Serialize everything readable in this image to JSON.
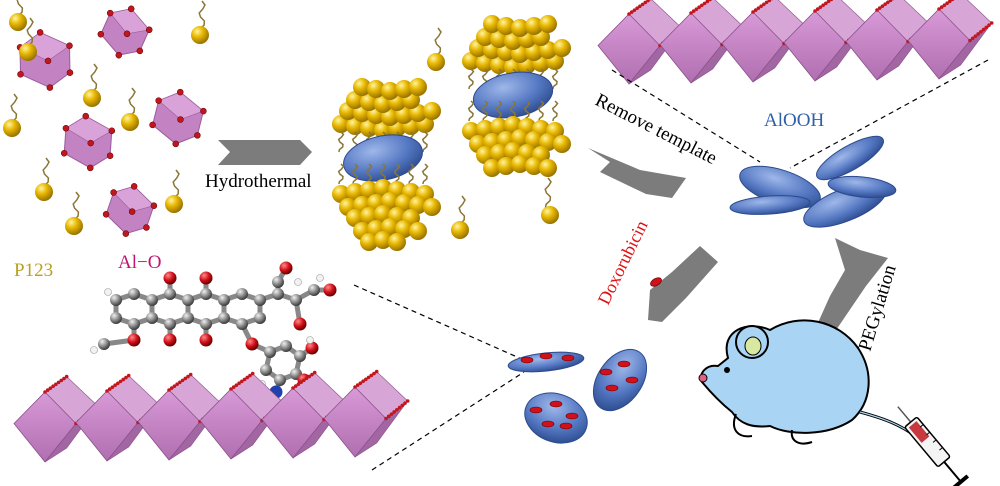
{
  "labels": {
    "hydrothermal": "Hydrothermal",
    "remove_template": "Remove template",
    "alooh": "AlOOH",
    "p123": "P123",
    "al_o": "Al−O",
    "doxorubicin": "Doxorubicin",
    "pegylation": "PEGylation"
  },
  "colors": {
    "octahedron": "#c383c2",
    "octahedron_dark": "#9c5c9c",
    "oxygen_atom": "#c0161e",
    "sphere": "#e8b800",
    "sphere_dark": "#a77f00",
    "wavy_chain": "#8a7636",
    "disc": "#5477c2",
    "disc_dark": "#2c4a8c",
    "arrow": "#7c7c7c",
    "drug": "#d0101a",
    "mouse": "#aad4f3",
    "p123_label": "#b8a020",
    "al_o_label": "#c0156f",
    "alooh_label": "#2e5fa8",
    "doxorubicin_label": "#e01010",
    "black_text": "#000000"
  },
  "icons": [
    "alo-octahedron-icon",
    "p123-micelle-icon",
    "alooh-nanosheet-icon",
    "doxorubicin-molecule-icon",
    "mouse-icon",
    "syringe-icon",
    "process-arrow-icon"
  ]
}
